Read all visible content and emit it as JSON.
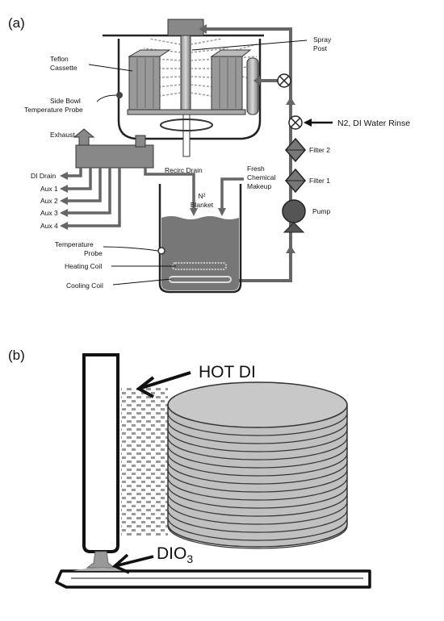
{
  "panel_a": {
    "tag": "(a)",
    "labels": {
      "spray_post": [
        "Spray",
        "Post"
      ],
      "teflon_cassette": [
        "Teflon",
        "Cassette"
      ],
      "side_bowl_probe": [
        "Side Bowl",
        "Temperature Probe"
      ],
      "exhaust": "Exhaust",
      "di_drain": "DI Drain",
      "aux1": "Aux 1",
      "aux2": "Aux 2",
      "aux3": "Aux 3",
      "aux4": "Aux 4",
      "recirc_drain": "Recirc Drain",
      "fresh_chem": [
        "Fresh",
        "Chemical",
        "Makeup"
      ],
      "n2_blanket": [
        "N²",
        "Blanket"
      ],
      "temperature_probe": [
        "Temperature",
        "Probe"
      ],
      "heating_coil": "Heating Coil",
      "cooling_coil": "Cooling Coil",
      "n2_rinse": "N2, DI Water Rinse",
      "filter2": "Filter 2",
      "filter1": "Filter 1",
      "pump": "Pump"
    }
  },
  "panel_b": {
    "tag": "(b)",
    "hot_di": "HOT DI",
    "dio3_main": "DIO",
    "dio3_sub": "3"
  }
}
